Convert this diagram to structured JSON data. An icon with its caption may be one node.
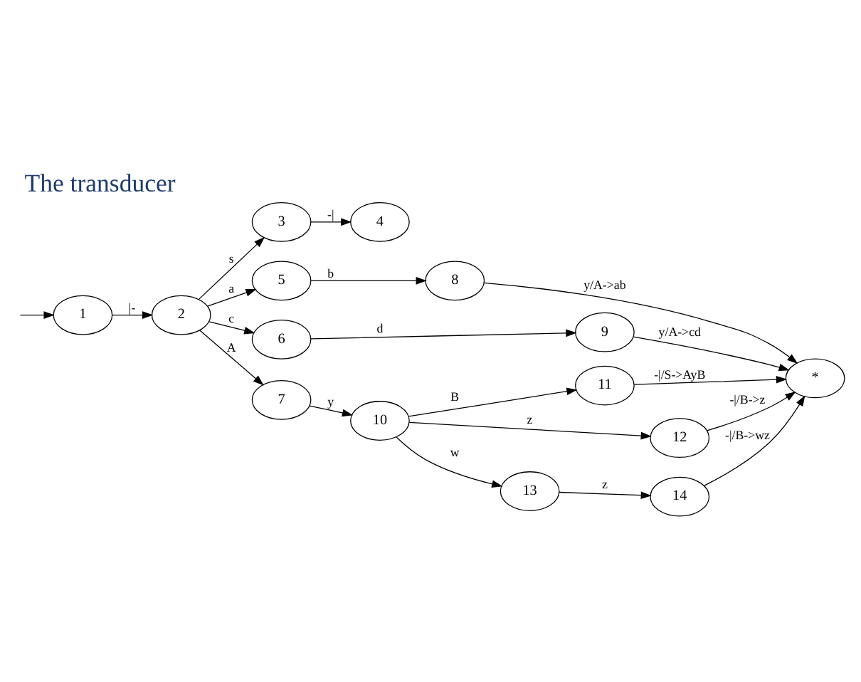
{
  "diagram": {
    "title": "The transducer",
    "nodes": [
      {
        "text": [
          "1"
        ]
      },
      {
        "text": [
          "2"
        ]
      },
      {
        "text": [
          "3"
        ]
      },
      {
        "text": [
          "4"
        ]
      },
      {
        "text": [
          "5"
        ]
      },
      {
        "text": [
          "6"
        ]
      },
      {
        "text": [
          "7"
        ]
      },
      {
        "text": [
          "8"
        ]
      },
      {
        "text": [
          "*"
        ]
      },
      {
        "text": [
          "9"
        ]
      },
      {
        "text": [
          "10"
        ]
      },
      {
        "text": [
          "11"
        ]
      },
      {
        "text": [
          "12"
        ]
      },
      {
        "text": [
          "13"
        ]
      },
      {
        "text": [
          "14"
        ]
      }
    ],
    "edges": [
      {
        "from": null,
        "to": 0,
        "arrow": "to"
      },
      {
        "from": 0,
        "to": 1,
        "arrow": "to",
        "label": "|-"
      },
      {
        "from": 1,
        "to": 4,
        "arrow": "to",
        "label": "a"
      },
      {
        "from": 1,
        "to": 5,
        "arrow": "to",
        "label": "c"
      },
      {
        "from": 1,
        "to": 2,
        "arrow": "to",
        "label": "s"
      },
      {
        "from": 1,
        "to": 6,
        "arrow": "to",
        "label": "A"
      },
      {
        "from": 2,
        "to": 3,
        "arrow": "to",
        "label": "-|"
      },
      {
        "from": 4,
        "to": 7,
        "arrow": "to",
        "label": "b"
      },
      {
        "from": 5,
        "to": 9,
        "arrow": "to",
        "label": "d"
      },
      {
        "from": 6,
        "to": 10,
        "arrow": "to",
        "label": "y"
      },
      {
        "from": 7,
        "to": 8,
        "arrow": "to",
        "label": "y/A->ab"
      },
      {
        "from": 9,
        "to": 8,
        "arrow": "to",
        "label": "y/A->cd"
      },
      {
        "from": 10,
        "to": 12,
        "arrow": "to",
        "label": "z"
      },
      {
        "from": 10,
        "to": 13,
        "arrow": "to",
        "label": "w"
      },
      {
        "from": 10,
        "to": 11,
        "arrow": "to",
        "label": "B"
      },
      {
        "from": 12,
        "to": 8,
        "arrow": "to",
        "label": "-|/B->z"
      },
      {
        "from": 13,
        "to": 14,
        "arrow": "to",
        "label": "z"
      },
      {
        "from": 14,
        "to": 8,
        "arrow": "to",
        "label": "-|/B->wz"
      },
      {
        "from": 11,
        "to": 8,
        "arrow": "to",
        "label": "-|/S->AyB"
      }
    ]
  }
}
